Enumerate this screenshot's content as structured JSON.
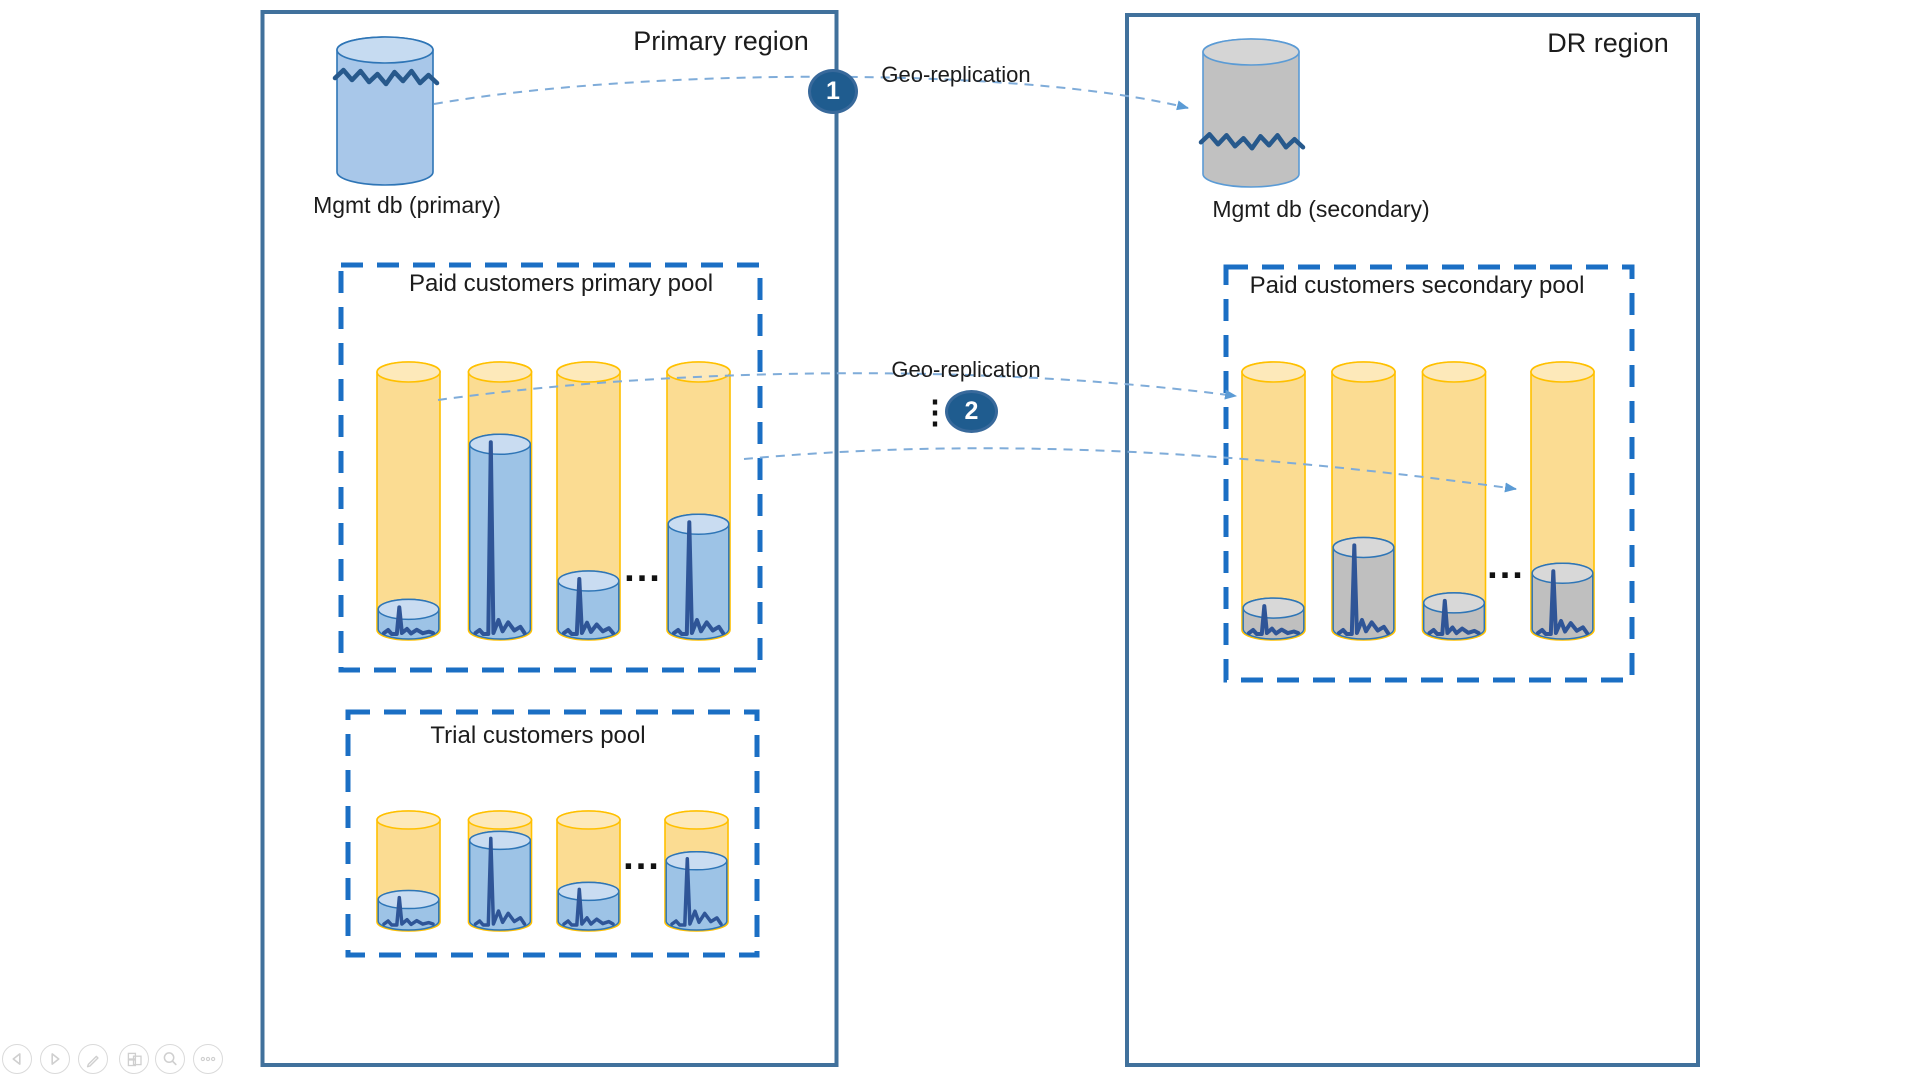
{
  "slide": {
    "primary_region": {
      "title": "Primary region",
      "mgmt_db": {
        "label": "Mgmt db (primary)",
        "style": "blue",
        "squiggle_position": 0.23
      },
      "paid_pool": {
        "title": "Paid customers primary pool",
        "ellipsis": "...",
        "fill_style": "blue",
        "databases": [
          {
            "fill_percent": 8
          },
          {
            "fill_percent": 72
          },
          {
            "fill_percent": 19
          },
          {
            "fill_percent": 41
          }
        ]
      },
      "trial_pool": {
        "title": "Trial customers pool",
        "ellipsis": "...",
        "fill_style": "blue",
        "databases": [
          {
            "fill_percent": 22
          },
          {
            "fill_percent": 80
          },
          {
            "fill_percent": 30
          },
          {
            "fill_percent": 60
          }
        ]
      }
    },
    "dr_region": {
      "title": "DR region",
      "mgmt_db": {
        "label": "Mgmt db (secondary)",
        "style": "gray",
        "squiggle_position": 0.74
      },
      "paid_pool": {
        "title": "Paid customers secondary pool",
        "ellipsis": "...",
        "fill_style": "gray",
        "databases": [
          {
            "fill_percent": 8.5
          },
          {
            "fill_percent": 32
          },
          {
            "fill_percent": 10.5
          },
          {
            "fill_percent": 22
          }
        ]
      }
    },
    "replication": {
      "step1": {
        "badge": "1",
        "label": "Geo-replication"
      },
      "step2": {
        "badge": "2",
        "label": "Geo-replication",
        "vertical_ellipsis": "⋮"
      }
    }
  },
  "toolbar": {
    "icons": [
      "previous-slide-icon",
      "next-slide-icon",
      "pen-icon",
      "see-all-slides-icon",
      "zoom-icon",
      "more-options-icon"
    ]
  },
  "colors": {
    "region_border": "#41719C",
    "pool_border": "#1B6FC4",
    "db_yellow_body": "#FBDC92",
    "db_yellow_top": "#FDE9BA",
    "db_yellow_stroke": "#FFC000",
    "fill_blue_body": "#9DC3E6",
    "fill_blue_top": "#C9DCF1",
    "fill_blue_stroke": "#2E75B6",
    "fill_gray_body": "#BFBFBF",
    "fill_gray_top": "#D8D8D8",
    "mgmt_blue_body": "#A8C7E9",
    "mgmt_blue_top": "#C6DBF1",
    "mgmt_gray_body": "#C1C1C1",
    "mgmt_gray_top": "#D5D5D5",
    "mgmt_gray_stroke": "#5B9BD5",
    "waveform": "#2F5597",
    "squiggle": "#27598C",
    "arrow": "#7FACD9",
    "arrowhead": "#5B9BD5",
    "badge_fill": "#1F5C8F",
    "badge_ring": "#38699B",
    "text": "#1C1C1C",
    "toolbar_icon": "#CFCFCF"
  }
}
